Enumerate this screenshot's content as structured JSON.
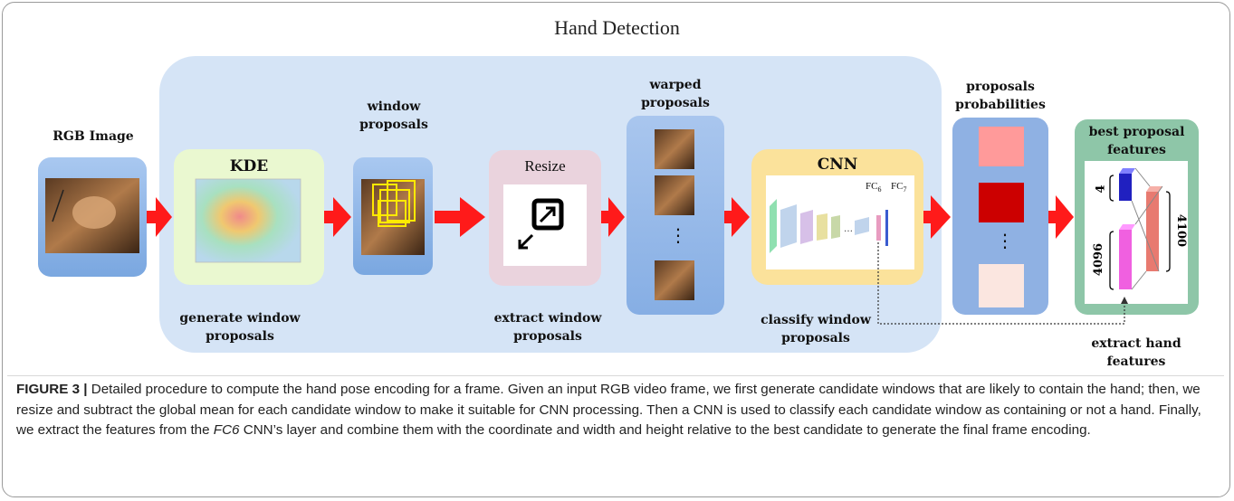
{
  "diagram": {
    "title": "Hand Detection",
    "labels": {
      "rgb_image": "RGB Image",
      "window_proposals": [
        "window",
        "proposals"
      ],
      "warped_proposals": [
        "warped",
        "proposals"
      ],
      "proposals_probabilities": [
        "proposals",
        "probabilities"
      ],
      "best_proposal_features": [
        "best proposal",
        "features"
      ]
    },
    "boxes": {
      "kde": "KDE",
      "resize": "Resize",
      "cnn": "CNN",
      "fc6": "FC",
      "fc6_sub": "6",
      "fc7": "FC",
      "fc7_sub": "7"
    },
    "stages": {
      "generate": [
        "generate window",
        "proposals"
      ],
      "extract": [
        "extract window",
        "proposals"
      ],
      "classify": [
        "classify window",
        "proposals"
      ],
      "extract_hand": [
        "extract hand",
        "features"
      ]
    },
    "feature_dims": {
      "small": "4",
      "large": "4096",
      "total": "4100"
    },
    "ellipsis": "⋮",
    "colors": {
      "pipeline_bg": "#d5e4f6",
      "arrow": "#ff1a1a",
      "input_box": "#8fb8e8",
      "kde_box": "#eaf8d0",
      "resize_box": "#ead3dd",
      "cnn_box": "#fbe29b",
      "prob_box": "#8fb1e3",
      "features_box": "#8ec6a8",
      "prob_high": "#ff9a9a",
      "prob_max": "#cc0000",
      "prob_low": "#fbe6e0"
    }
  },
  "caption": {
    "label": "FIGURE 3 |",
    "text_1": " Detailed procedure to compute the hand pose encoding for a frame. Given an input RGB video frame, we first generate candidate windows that are likely to contain the hand; then, we resize and subtract the global mean for each candidate window to make it suitable for CNN processing. Then a CNN is used to classify each candidate window as containing or not a hand. Finally, we extract the features from the ",
    "emphasis": "FC6",
    "text_2": " CNN’s layer and combine them with the coordinate and width and height relative to the best candidate to generate the final frame encoding."
  }
}
